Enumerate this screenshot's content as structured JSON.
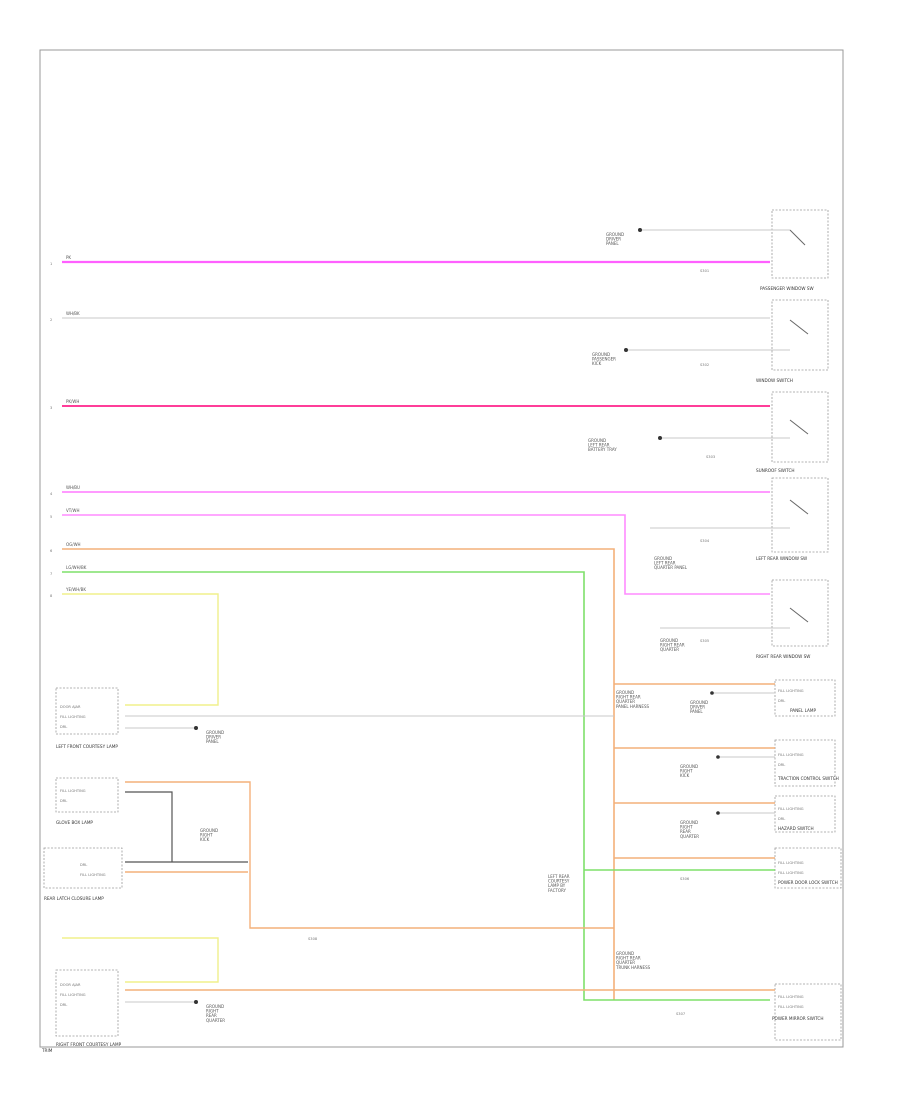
{
  "diagram": {
    "corner_label": "TRIM",
    "wire_ends": [
      "1",
      "2",
      "3",
      "4",
      "5",
      "6",
      "7",
      "8"
    ],
    "wire_labels": {
      "w1": "PK",
      "w2": "WH/BK",
      "w3": "PK/WH",
      "w4": "WH/BU",
      "w5": "VT/WH",
      "w6": "OG/WH",
      "w7": "LG/WH/BK",
      "w8": "YE/WH/BK"
    },
    "switches": [
      {
        "name": "PASSENGER WINDOW SW",
        "ground": "GROUND\nDRIVER\nPANEL"
      },
      {
        "name": "WINDOW SWITCH",
        "ground": "GROUND\nPASSENGER\nKICK"
      },
      {
        "name": "SUNROOF SWITCH",
        "ground": "GROUND\nLEFT REAR\nBATTERY TRAY"
      },
      {
        "name": "LEFT REAR WINDOW SW",
        "ground": "GROUND\nLEFT REAR\nQUARTER PANEL"
      },
      {
        "name": "RIGHT REAR WINDOW SW",
        "ground": "GROUND\nRIGHT REAR\nQUARTER"
      }
    ],
    "right_components": [
      {
        "name": "PANEL LAMP",
        "pins": [
          "FILL LIGHTING",
          "DRL"
        ]
      },
      {
        "name": "TRACTION CONTROL SWITCH",
        "pins": [
          "FILL LIGHTING",
          "DRL"
        ]
      },
      {
        "name": "HAZARD SWITCH",
        "pins": [
          "FILL LIGHTING",
          "DRL"
        ]
      },
      {
        "name": "POWER DOOR LOCK SWITCH",
        "pins": [
          "FILL LIGHTING",
          "FILL LIGHTING"
        ]
      },
      {
        "name": "POWER MIRROR SWITCH",
        "pins": [
          "FILL LIGHTING",
          "FILL LIGHTING"
        ]
      }
    ],
    "left_components": [
      {
        "name": "LEFT FRONT COURTESY LAMP",
        "pins": [
          "DOOR AJAR",
          "FILL LIGHTING",
          "DRL"
        ]
      },
      {
        "name": "GLOVE BOX LAMP",
        "pins": [
          "FILL LIGHTING",
          "DRL"
        ]
      },
      {
        "name": "REAR LATCH CLOSURE LAMP",
        "pins": [
          "DRL",
          "FILL LIGHTING"
        ]
      },
      {
        "name": "RIGHT FRONT COURTESY LAMP",
        "pins": [
          "DOOR AJAR",
          "FILL LIGHTING",
          "DRL"
        ]
      }
    ],
    "grounds": {
      "g1": "GROUND\nDRIVER\nPANEL",
      "g2": "GROUND\nRIGHT\nKICK",
      "g3": "GROUND\nRIGHT\nREAR\nQUARTER"
    },
    "splices": [
      "S301",
      "S302",
      "S303",
      "S304",
      "S305",
      "S306",
      "S307",
      "S308"
    ],
    "notes": {
      "n1": "GROUND\nRIGHT REAR\nQUARTER\nPANEL HARNESS",
      "n2": "GROUND\nRIGHT REAR\nQUARTER\nTRUNK HARNESS",
      "n3": "LEFT REAR\nCOURTESY\nLAMP BY\nFACTORY"
    },
    "colors": {
      "pink": "#ff60ff",
      "hot_pink": "#ff3d99",
      "violet": "#ff8cff",
      "orange": "#f4b07a",
      "green": "#7ee06a",
      "yellow": "#f0f08c",
      "gray": "#c8c8c8"
    }
  }
}
